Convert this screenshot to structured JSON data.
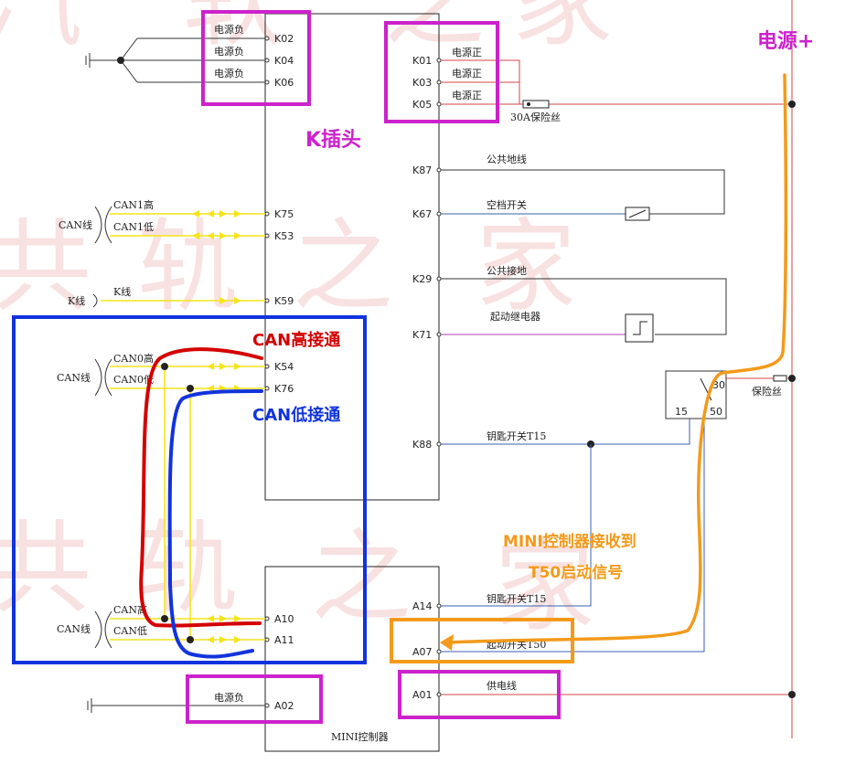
{
  "watermark": [
    "汽",
    "软",
    "之",
    "家",
    "共",
    "轨",
    "之",
    "家",
    "共",
    "轨",
    "之",
    "家"
  ],
  "colors": {
    "magenta": "#cc22cc",
    "blue_box": "#1133dd",
    "orange": "#f39a1a",
    "red_wire": "#d40000",
    "can_yellow": "#f4e41b",
    "signal_blue": "#3a5fb0",
    "power_red": "#d44444",
    "k71_purple": "#b040b0"
  },
  "annotations": {
    "power_plus": "电源+",
    "k_plug": "K插头",
    "can_high_connected": "CAN高接通",
    "can_low_connected": "CAN低接通",
    "mini_line1": "MINI控制器接收到",
    "mini_line2": "T50启动信号"
  },
  "k_connector": {
    "left_pins": [
      "K02",
      "K04",
      "K06",
      "K75",
      "K53",
      "K59",
      "K54",
      "K76"
    ],
    "right_pins": [
      "K01",
      "K03",
      "K05",
      "K87",
      "K67",
      "K29",
      "K71",
      "K88"
    ]
  },
  "mini_connector": {
    "title": "MINI控制器",
    "left_pins": [
      "A10",
      "A11",
      "A02"
    ],
    "right_pins": [
      "A14",
      "A07",
      "A01"
    ]
  },
  "wire_labels": {
    "ground_neg": [
      "电源负",
      "电源负",
      "电源负"
    ],
    "power_pos": [
      "电源正",
      "电源正",
      "电源正"
    ],
    "fuse30a": "30A保险丝",
    "common_ground_wire": "公共地线",
    "neutral_switch": "空档开关",
    "common_ground": "公共接地",
    "starter_relay": "起动继电器",
    "key_switch_t15_k88": "钥匙开关T15",
    "key_switch_t15_a14": "钥匙开关T15",
    "start_switch_t50": "起动开关T50",
    "supply_line": "供电线",
    "mini_ground": "电源负",
    "fuse": "保险丝",
    "can1_high": "CAN1高",
    "can1_low": "CAN1低",
    "can_line": "CAN线",
    "k_line_left": "K线",
    "k_line": "K线",
    "can0_high": "CAN0高",
    "can0_low": "CAN0低",
    "can_high": "CAN高",
    "can_low": "CAN低",
    "can_line2": "CAN线",
    "can_line3": "CAN线"
  },
  "relay": {
    "pin30": "30",
    "pin15": "15",
    "pin50": "50"
  }
}
